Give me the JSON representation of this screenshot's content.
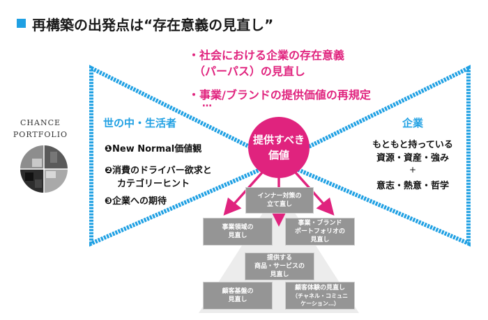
{
  "title": "再構築の出発点は“存在意義の見直し”",
  "purpose_bullets": {
    "line1a": "・社会における企業の存在意義",
    "line1b": "（パーパス）の見直し",
    "line2": "・事業/ブランドの提供価値の再規定",
    "ellipsis": "…"
  },
  "left": {
    "heading": "世の中・生活者",
    "item1": "❶New Normal価値観",
    "item2a": "❷消費のドライバー欲求と",
    "item2b": "カテゴリーヒント",
    "item3": "❸企業への期待"
  },
  "right": {
    "heading": "企業",
    "line1": "もともと持っている",
    "line2": "資源・資産・強み",
    "plus": "+",
    "line3": "意志・熱意・哲学"
  },
  "center": {
    "line1": "提供すべき",
    "line2": "価値"
  },
  "logo": {
    "line1": "CHANCE",
    "line2": "PORTFOLIO"
  },
  "boxes": {
    "inner_line1": "インナー対策の",
    "inner_line2": "立て直し",
    "domain_line1": "事業領域の",
    "domain_line2": "見直し",
    "portfolio_line1": "事業・ブランド",
    "portfolio_line2": "ポートフォリオの",
    "portfolio_line3": "見直し",
    "offer_line1": "提供する",
    "offer_line2": "商品・サービスの",
    "offer_line3": "見直し",
    "base_line1": "顧客基盤の",
    "base_line2": "見直し",
    "cx_line1": "顧客体験の見直し",
    "cx_line2": "（チャネル・コミュニ",
    "cx_line3": "ケーション…）"
  },
  "colors": {
    "accent_blue": "#1fa0e3",
    "accent_pink": "#e0237e",
    "box_gray": "#959595"
  }
}
